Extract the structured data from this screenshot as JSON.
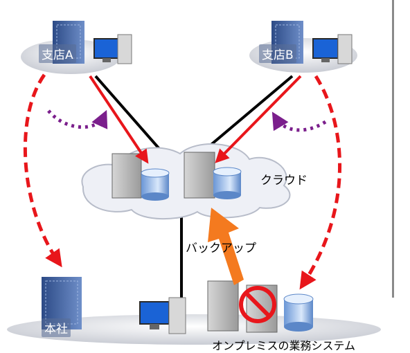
{
  "labels": {
    "branch_a": "支店A",
    "branch_b": "支店B",
    "cloud": "クラウド",
    "backup": "バックアップ",
    "headquarters": "本社",
    "onprem": "オンプレミスの業務システム"
  },
  "icons": {
    "blocked": "prohibited-icon",
    "server": "server-tower-icon",
    "database": "database-cylinder-icon",
    "pc": "desktop-pc-icon",
    "building": "office-building-icon"
  },
  "colors": {
    "red_arrow": "#e8161b",
    "purple_arrow": "#7b1f8c",
    "orange_arrow": "#f47a1f",
    "link_line": "#000000",
    "cloud_fill": "#eef0f6"
  }
}
